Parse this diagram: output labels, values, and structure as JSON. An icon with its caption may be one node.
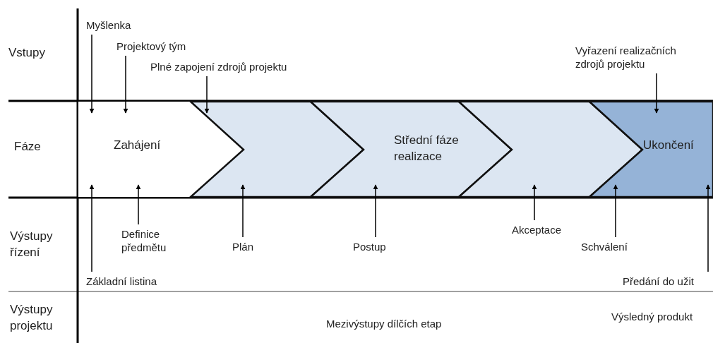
{
  "diagram": {
    "nodes": [
      {
        "text": [
          "Zahájení"
        ]
      },
      {
        "text": [],
        "shape": "chevron"
      },
      {
        "text": [
          "Střední fáze realizace"
        ]
      },
      {
        "text": [],
        "shape": "chevron"
      },
      {
        "text": [
          "Ukončení"
        ]
      },
      {
        "text": [
          "Myšlenka"
        ]
      },
      {
        "text": [
          "Projektový tým"
        ]
      },
      {
        "text": [
          "Plné zapojení zdrojů projektu"
        ]
      },
      {
        "text": [
          "Vyřazení realizačních zdrojů projektu"
        ]
      },
      {
        "text": [
          "Definice předmětu"
        ]
      },
      {
        "text": [
          "Plán"
        ]
      },
      {
        "text": [
          "Postup"
        ]
      },
      {
        "text": [
          "Akceptace"
        ]
      },
      {
        "text": [
          "Schválení"
        ]
      },
      {
        "text": [
          "Základní listina"
        ]
      },
      {
        "text": [
          "Předání do užit"
        ]
      }
    ],
    "edges": [
      {
        "from": 5,
        "to": 0,
        "arrow": "to"
      },
      {
        "from": 6,
        "to": 0,
        "arrow": "to"
      },
      {
        "from": 7,
        "to": 1,
        "arrow": "to"
      },
      {
        "from": 8,
        "to": 4,
        "arrow": "to"
      },
      {
        "from": 14,
        "to": 0,
        "arrow": "to"
      },
      {
        "from": 9,
        "to": 0,
        "arrow": "to"
      },
      {
        "from": 10,
        "to": 1,
        "arrow": "to"
      },
      {
        "from": 11,
        "to": 2,
        "arrow": "to"
      },
      {
        "from": 12,
        "to": 3,
        "arrow": "to"
      },
      {
        "from": 13,
        "to": 4,
        "arrow": "to"
      },
      {
        "from": 15,
        "to": 4,
        "arrow": "to"
      }
    ],
    "labels": [
      "Vstupy",
      "Fáze",
      "Výstupy řízení",
      "Výstupy projektu",
      "Mezivýstupy dílčích etap",
      "Výsledný produkt"
    ]
  }
}
